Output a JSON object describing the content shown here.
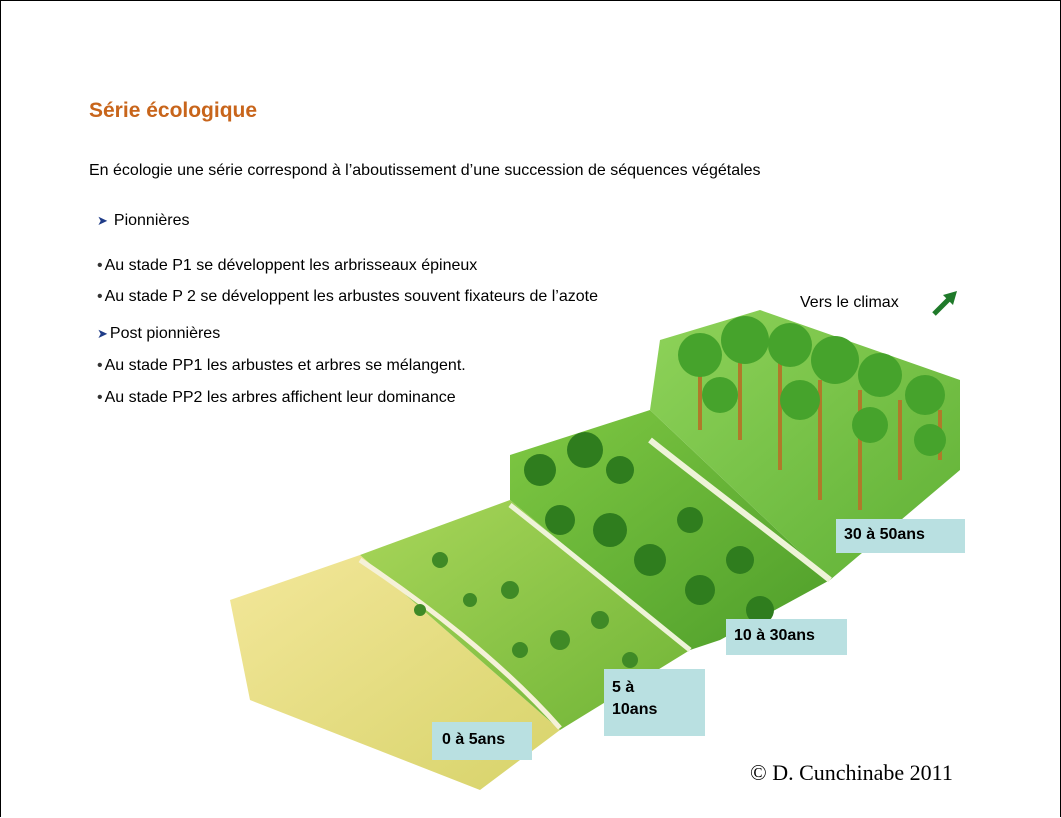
{
  "slide": {
    "title": "Série écologique",
    "intro": "En écologie une série correspond à l’aboutissement d’une succession de séquences végétales",
    "pionnieres": {
      "heading": "Pionnières",
      "items": [
        "Au stade P1 se développent les arbrisseaux épineux",
        "Au stade P 2 se développent les arbustes souvent fixateurs de l’azote"
      ]
    },
    "post_pionnieres": {
      "heading": "Post pionnières",
      "items": [
        "Au stade PP1 les arbustes et arbres se mélangent.",
        "Au stade PP2 les arbres affichent leur dominance"
      ]
    },
    "climax_label": "Vers le climax",
    "stages": {
      "s1": "0 à 5ans",
      "s2_line1": "5 à",
      "s2_line2": "10ans",
      "s3": "10 à 30ans",
      "s4": "30 à 50ans"
    },
    "copyright": "©  D. Cunchinabe 2011"
  },
  "colors": {
    "title": "#c8651b",
    "label_bg": "#b9e0e1",
    "arrow_green": "#1f7a2a",
    "bullet_arrow": "#1f3c88"
  }
}
